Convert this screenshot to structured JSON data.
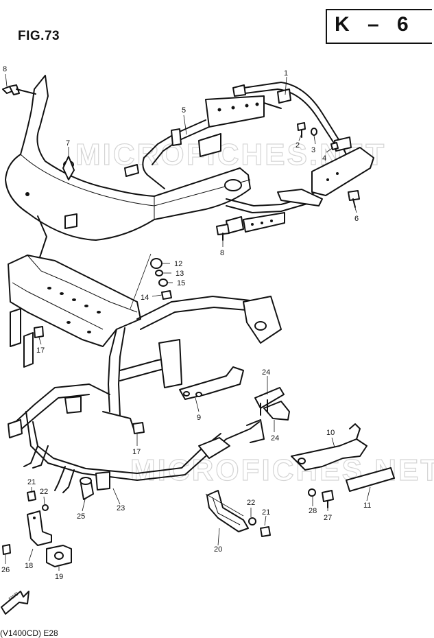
{
  "figure": {
    "label": "FIG.73"
  },
  "page_code": {
    "letter": "K",
    "dash": "–",
    "number": "6"
  },
  "footer_code": "(V1400CD) E28",
  "watermark": "MICROFICHES.NET",
  "fwd_label": "FWD",
  "callouts": {
    "p1": "1",
    "p2": "2",
    "p3": "3",
    "p4": "4",
    "p5": "5",
    "p6": "6",
    "p7": "7",
    "p8a": "8",
    "p8b": "8",
    "p9": "9",
    "p10": "10",
    "p11": "11",
    "p12": "12",
    "p13": "13",
    "p14": "14",
    "p15": "15",
    "p17a": "17",
    "p17b": "17",
    "p18": "18",
    "p19": "19",
    "p20": "20",
    "p21a": "21",
    "p21b": "21",
    "p22a": "22",
    "p22b": "22",
    "p23": "23",
    "p24a": "24",
    "p24b": "24",
    "p25": "25",
    "p26": "26",
    "p27": "27",
    "p28": "28"
  }
}
